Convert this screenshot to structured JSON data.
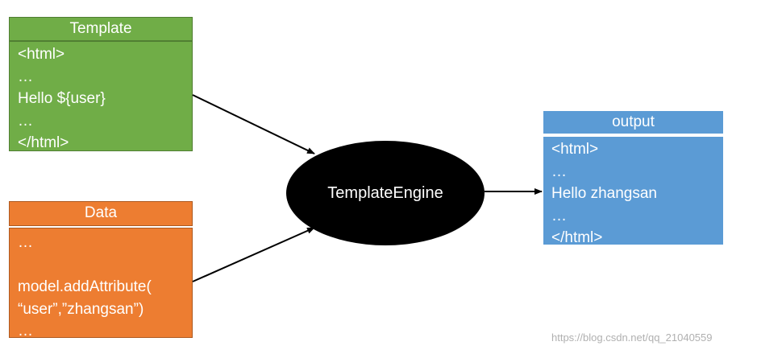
{
  "template": {
    "title": "Template",
    "lines": [
      "<html>",
      "…",
      "Hello ${user}",
      "…",
      "</html>"
    ]
  },
  "data": {
    "title": "Data",
    "lines": [
      "…",
      "",
      "model.addAttribute(",
      "“user”,”zhangsan”)",
      "…"
    ]
  },
  "engine": {
    "label": "TemplateEngine"
  },
  "output": {
    "title": "output",
    "lines": [
      "<html>",
      "…",
      "Hello zhangsan",
      "…",
      "</html>"
    ]
  },
  "watermark": "https://blog.csdn.net/qq_21040559",
  "colors": {
    "template": "#70ad47",
    "data": "#ed7d31",
    "output": "#5b9bd5",
    "engine": "#000000",
    "arrow": "#000000"
  }
}
